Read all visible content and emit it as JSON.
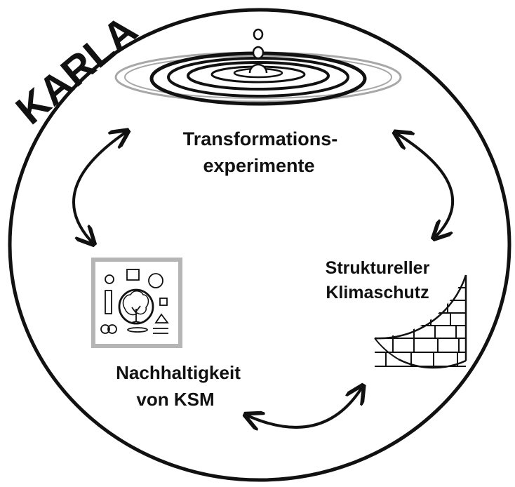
{
  "brand": "KARLA",
  "nodes": {
    "top": {
      "line1": "Transformations-",
      "line2": "experimente",
      "icon": "water-ripple-icon"
    },
    "right": {
      "line1": "Struktureller",
      "line2": "Klimaschutz",
      "icon": "brick-wall-icon"
    },
    "left": {
      "line1": "Nachhaltigkeit",
      "line2": "von KSM",
      "icon": "tree-shapes-icon"
    }
  },
  "colors": {
    "stroke": "#111111",
    "ripple_grey": "#9a9a9a",
    "frame_grey": "#b5b5b5"
  }
}
